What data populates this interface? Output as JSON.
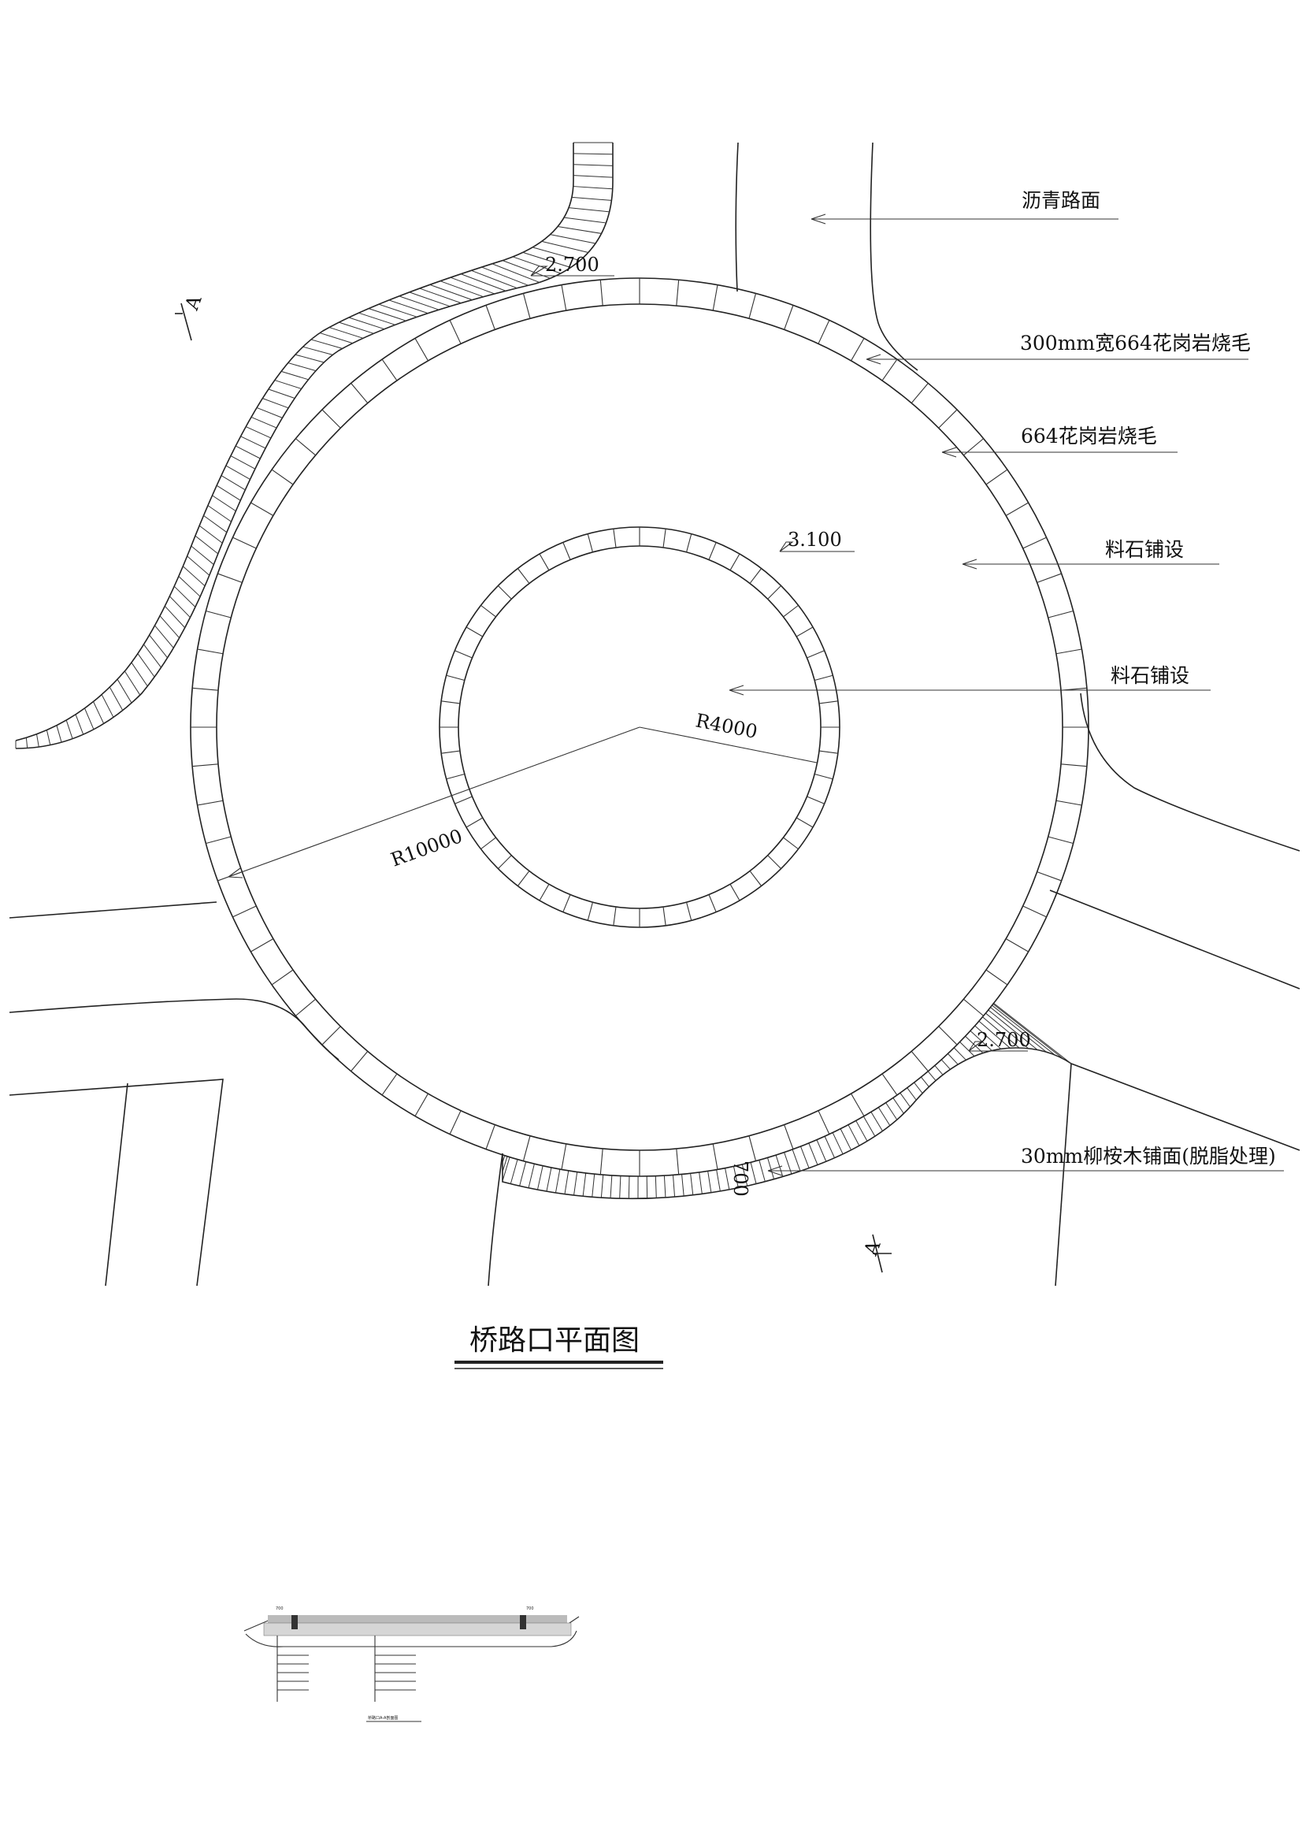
{
  "drawing": {
    "title": "桥路口平面图",
    "section_marks": [
      "A",
      "A"
    ],
    "labels": {
      "asphalt": "沥青路面",
      "granite_300": "300mm宽664花岗岩烧毛",
      "granite": "664花岗岩烧毛",
      "stone_outer": "料石铺设",
      "stone_inner": "料石铺设",
      "wood_deck": "30mm柳桉木铺面(脱脂处理)"
    },
    "dimensions": {
      "elev_top": "2.700",
      "elev_inner": "3.100",
      "elev_bottom": "2.700",
      "radius_inner": "R4000",
      "radius_outer": "R10000",
      "width_700": "700"
    }
  },
  "section_detail": {
    "caption": "桥路口A-A剖面图",
    "dims": [
      "700",
      "700"
    ]
  },
  "colors": {
    "line": "#222222",
    "background": "#ffffff"
  }
}
